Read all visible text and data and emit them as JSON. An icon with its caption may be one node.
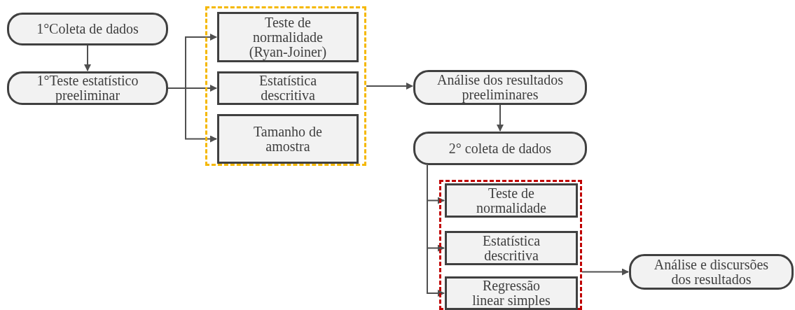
{
  "diagram": {
    "nodes": [
      {
        "text": [
          "1°Coleta de dados"
        ]
      },
      {
        "text": [
          "1°Teste estatístico preeliminar"
        ]
      },
      {
        "text": [],
        "shape": "box"
      },
      {
        "text": [
          "Teste de normalidade (Ryan-Joiner)"
        ],
        "in": 2
      },
      {
        "text": [
          "Estatística descritiva"
        ],
        "in": 2
      },
      {
        "text": [
          "Tamanho de amostra"
        ],
        "in": 2
      },
      {
        "text": [
          "Análise dos resultados preeliminares"
        ]
      },
      {
        "text": [
          "2° coleta de dados"
        ]
      },
      {
        "text": [],
        "shape": "box"
      },
      {
        "text": [
          "Teste de normalidade"
        ],
        "in": 8
      },
      {
        "text": [
          "Estatística descritiva"
        ],
        "in": 8
      },
      {
        "text": [
          "Regressão linear simples"
        ],
        "in": 8
      },
      {
        "text": [
          "Análise e discursões dos resultados"
        ]
      }
    ],
    "edges": [
      {
        "from": 0,
        "to": 1,
        "arrow": "to"
      },
      {
        "from": 1,
        "to": 3,
        "arrow": "to"
      },
      {
        "from": 1,
        "to": 4,
        "arrow": "to"
      },
      {
        "from": 1,
        "to": 5,
        "arrow": "to"
      },
      {
        "from": 2,
        "to": 6,
        "arrow": "to"
      },
      {
        "from": 6,
        "to": 7,
        "arrow": "to"
      },
      {
        "from": 7,
        "to": 9,
        "arrow": "to"
      },
      {
        "from": 7,
        "to": 10,
        "arrow": "to"
      },
      {
        "from": 7,
        "to": 11,
        "arrow": "to"
      },
      {
        "from": 8,
        "to": 12,
        "arrow": "to"
      }
    ]
  }
}
